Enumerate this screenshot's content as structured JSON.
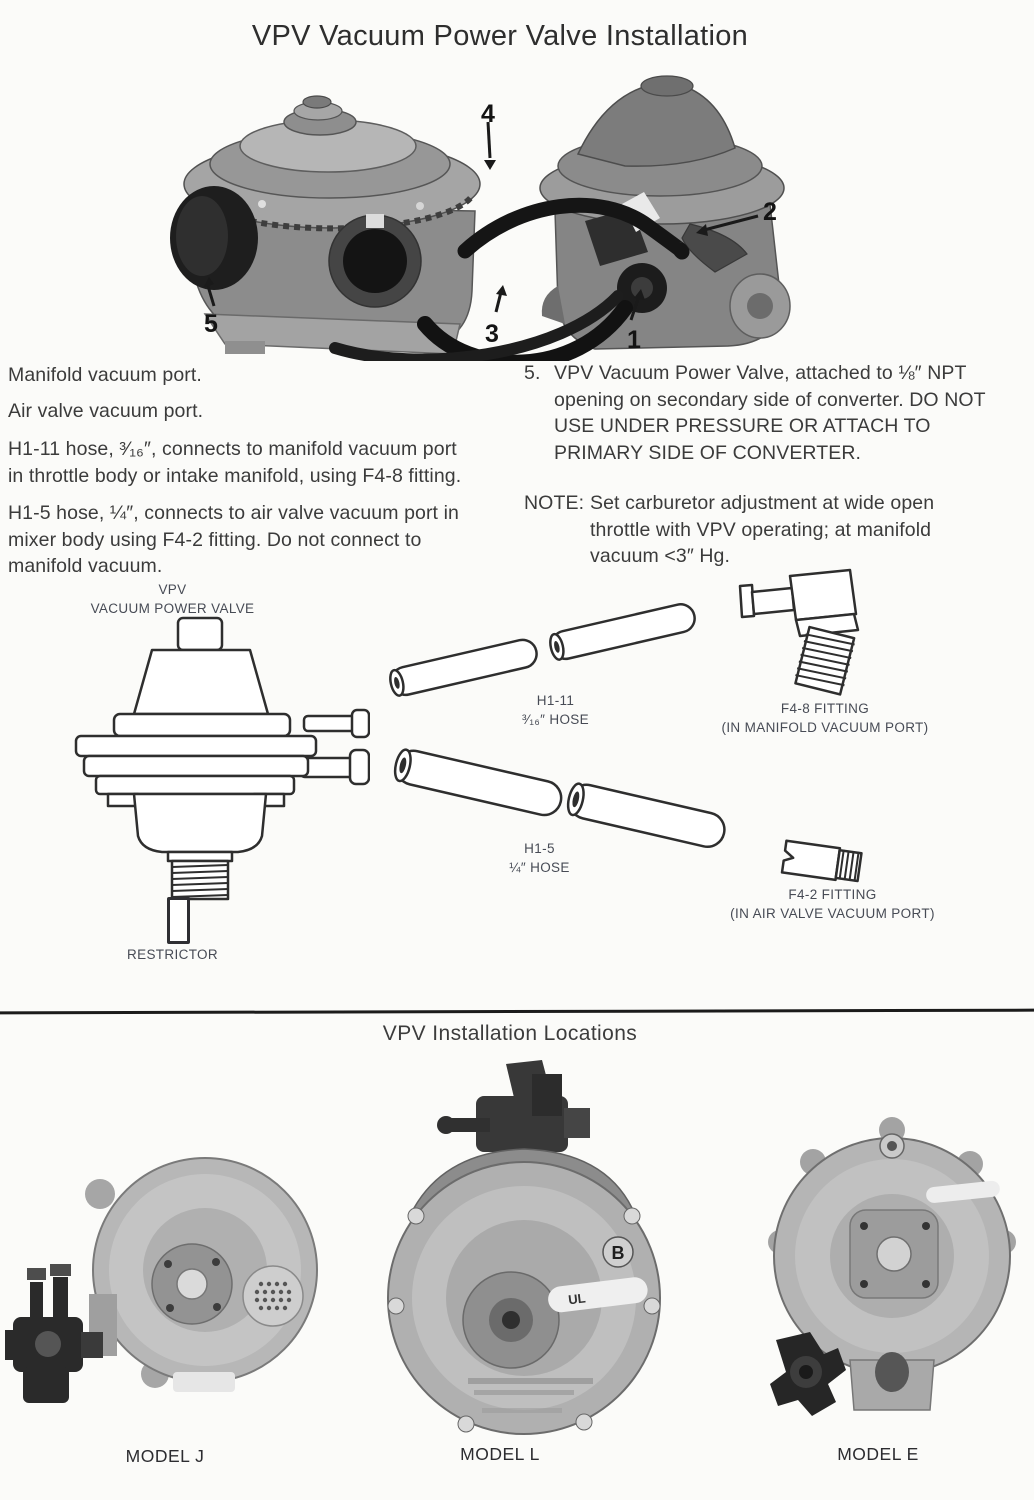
{
  "page": {
    "title": "VPV Vacuum Power Valve Installation",
    "paper_color": "#fbfbf9",
    "ink_color": "#3a3a3a"
  },
  "photo": {
    "callouts": {
      "c1": "1",
      "c2": "2",
      "c3": "3",
      "c4": "4",
      "c5": "5"
    }
  },
  "instructions": {
    "left_items": [
      "Manifold vacuum port.",
      "Air valve vacuum port.",
      "H1-11 hose, ³⁄₁₆″, connects to manifold vacuum port in throttle body or intake manifold, using F4-8 fitting.",
      "H1-5 hose, ¼″, connects to air valve vacuum port in mixer body using F4-2 fitting. Do not connect to manifold vacuum."
    ],
    "item5": {
      "num": "5.",
      "text": "VPV Vacuum Power Valve, attached to ⅛″ NPT opening on secondary side of converter. DO NOT USE UNDER PRESSURE OR ATTACH TO PRIMARY SIDE OF CONVERTER."
    },
    "note": {
      "label": "NOTE:",
      "text": "Set carburetor adjustment at wide open throttle with VPV operating; at manifold vacuum <3″ Hg."
    }
  },
  "diagram": {
    "vpv_valve": {
      "line1": "VPV",
      "line2": "VACUUM POWER VALVE"
    },
    "restrictor_label": "RESTRICTOR",
    "h1_11": {
      "line1": "H1-11",
      "line2": "³⁄₁₆″ HOSE"
    },
    "f4_8": {
      "line1": "F4-8 FITTING",
      "line2": "(IN MANIFOLD VACUUM PORT)"
    },
    "h1_5": {
      "line1": "H1-5",
      "line2": "¼″ HOSE"
    },
    "f4_2": {
      "line1": "F4-2 FITTING",
      "line2": "(IN AIR VALVE VACUUM PORT)"
    }
  },
  "locations": {
    "heading": "VPV Installation Locations",
    "models": {
      "j": "MODEL J",
      "l": "MODEL L",
      "e": "MODEL E"
    },
    "photo_marks": {
      "b": "B",
      "ul": "UL"
    }
  }
}
